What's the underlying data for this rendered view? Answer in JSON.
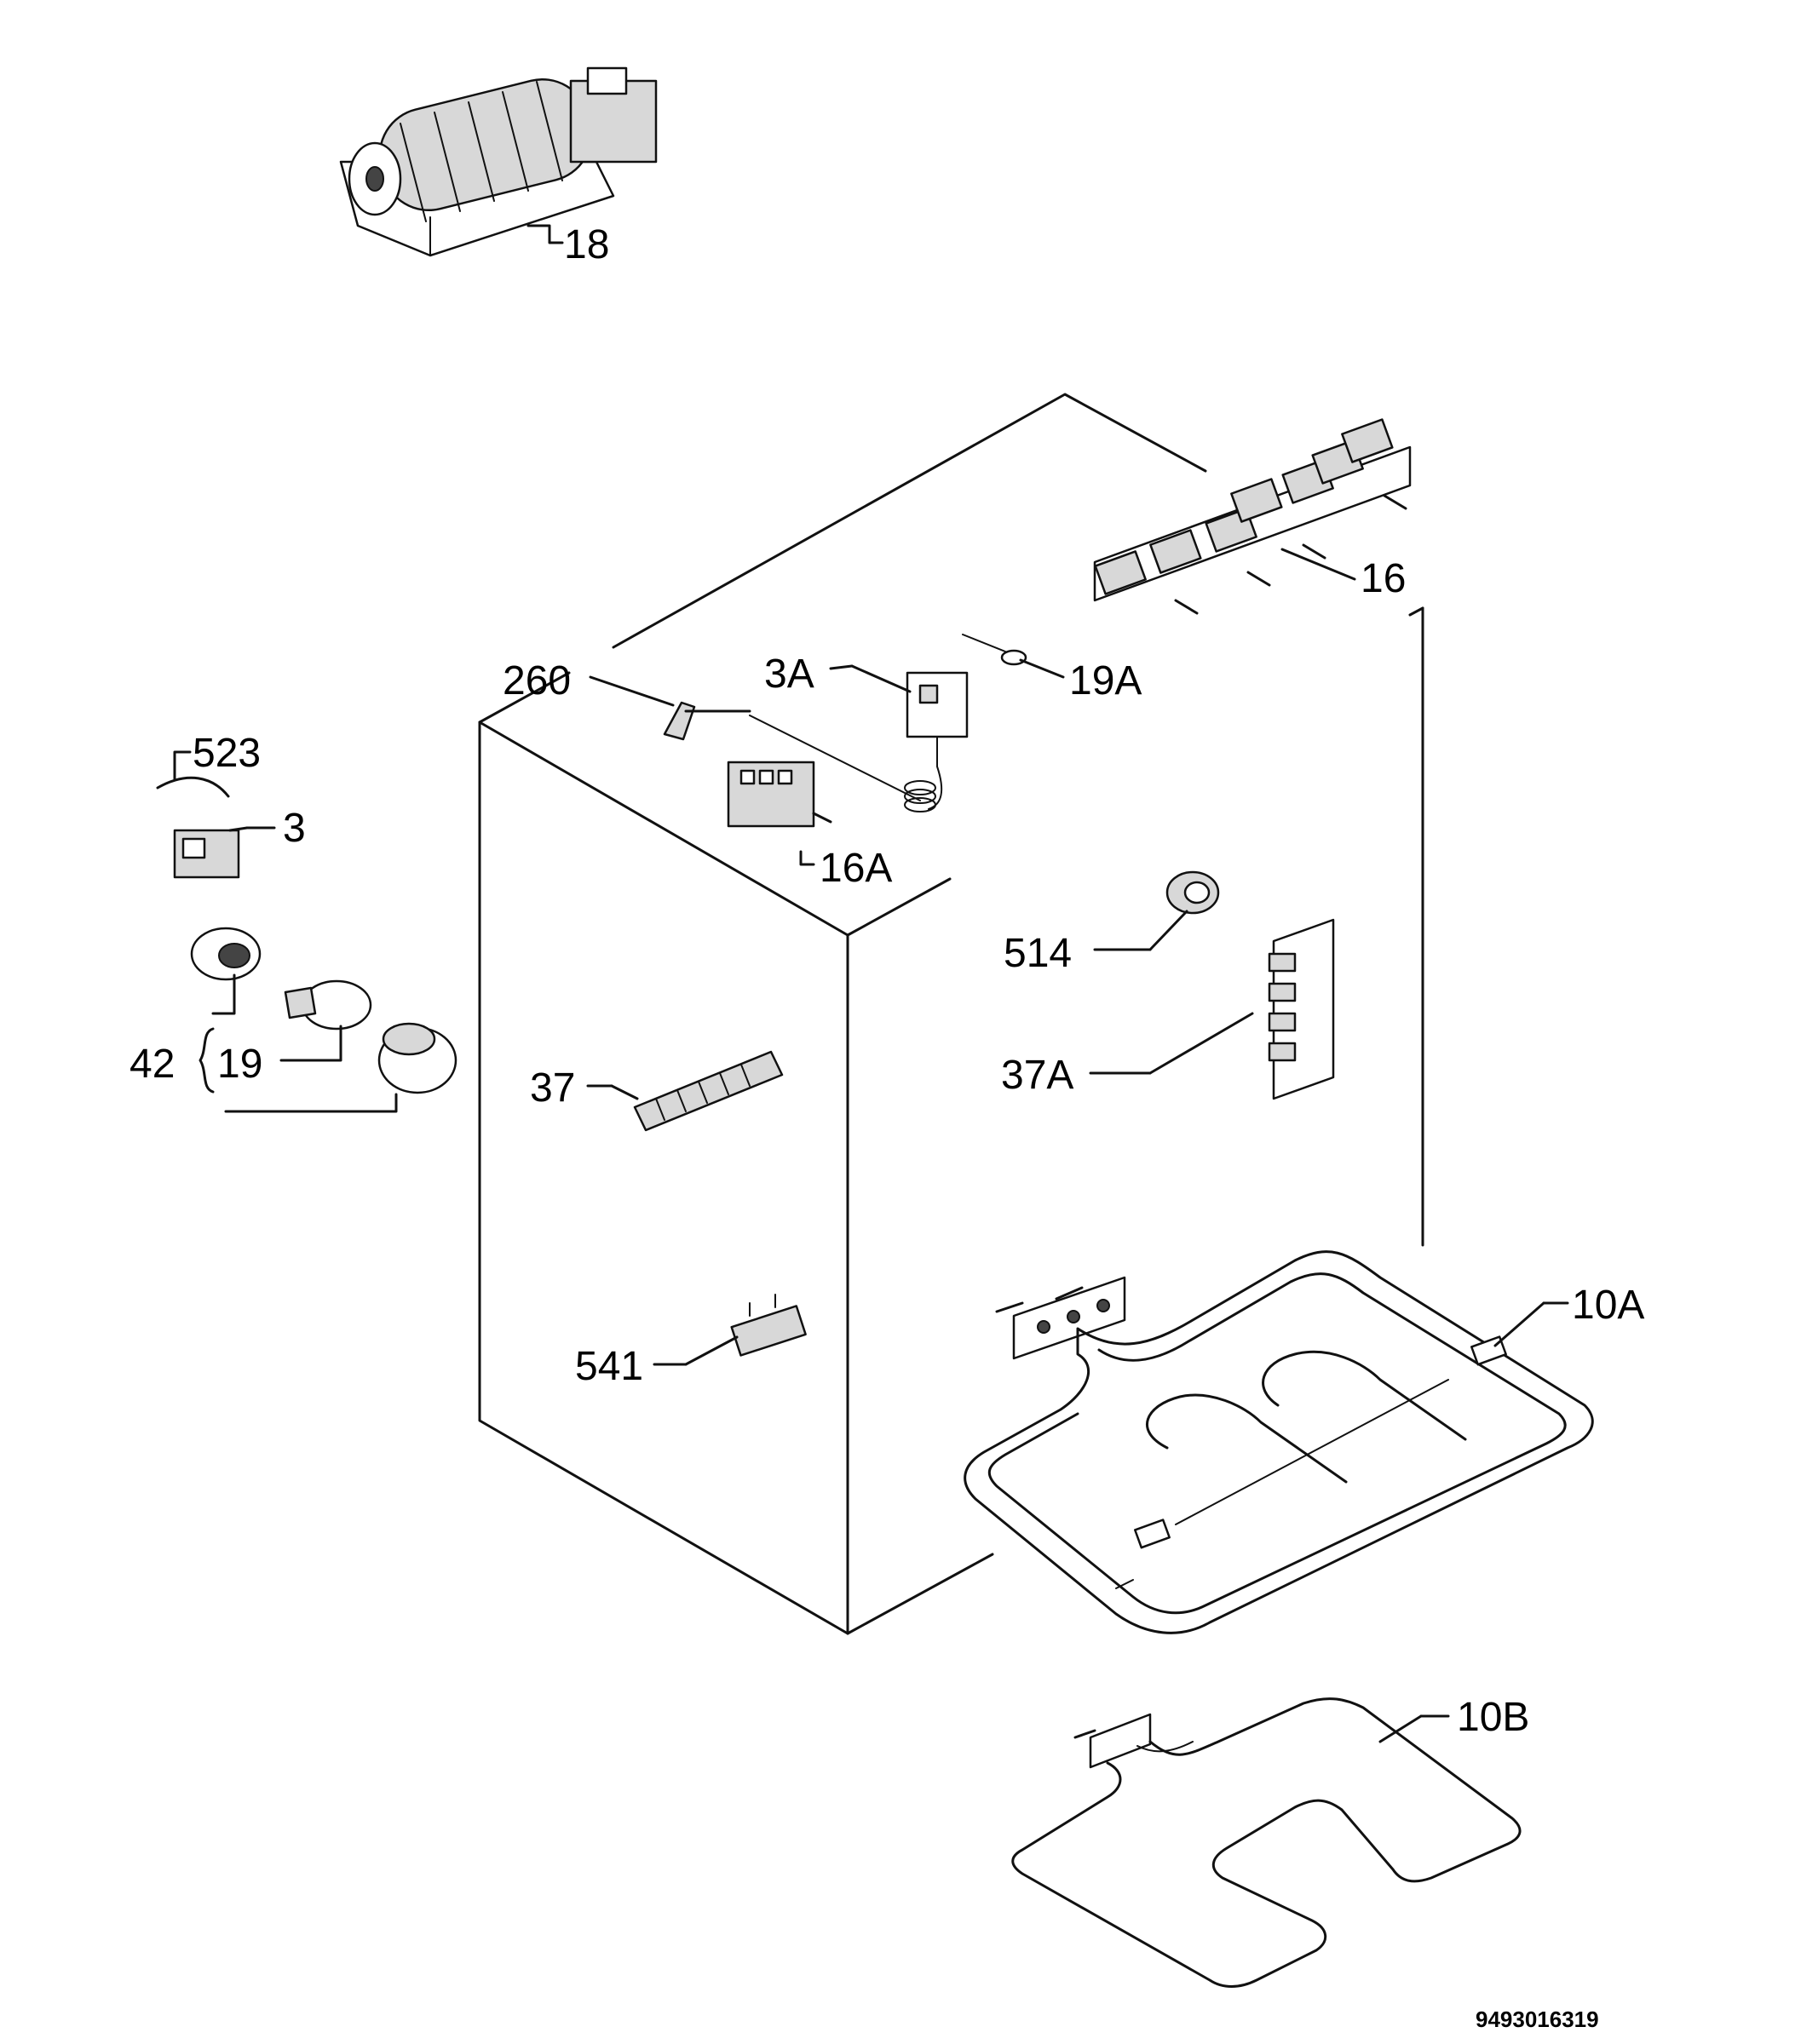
{
  "labels": {
    "p18": "18",
    "p16": "16",
    "p260": "260",
    "p3A": "3A",
    "p19A": "19A",
    "p523": "523",
    "p3": "3",
    "p16A": "16A",
    "p514": "514",
    "p42": "42",
    "p19": "19",
    "p37": "37",
    "p37A": "37A",
    "p10A": "10A",
    "p541": "541",
    "p10B": "10B"
  },
  "drawing_code": "9493016319"
}
